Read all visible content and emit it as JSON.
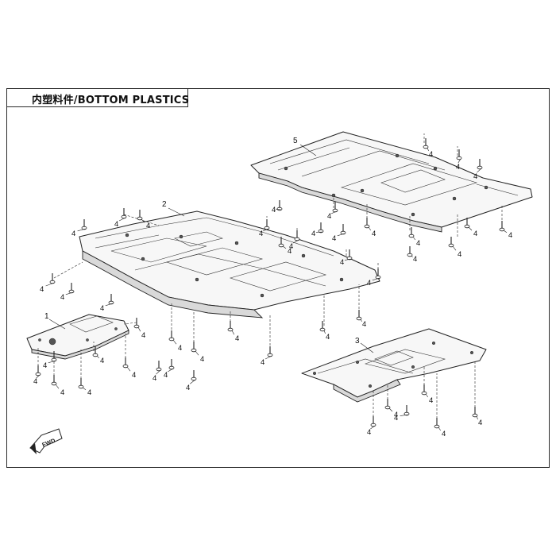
{
  "title": "内塑料件/BOTTOM PLASTICS",
  "fastener_label": "4",
  "fwd_label": "FWD",
  "parts": [
    {
      "number": "1"
    },
    {
      "number": "2"
    },
    {
      "number": "3"
    },
    {
      "number": "5"
    }
  ]
}
